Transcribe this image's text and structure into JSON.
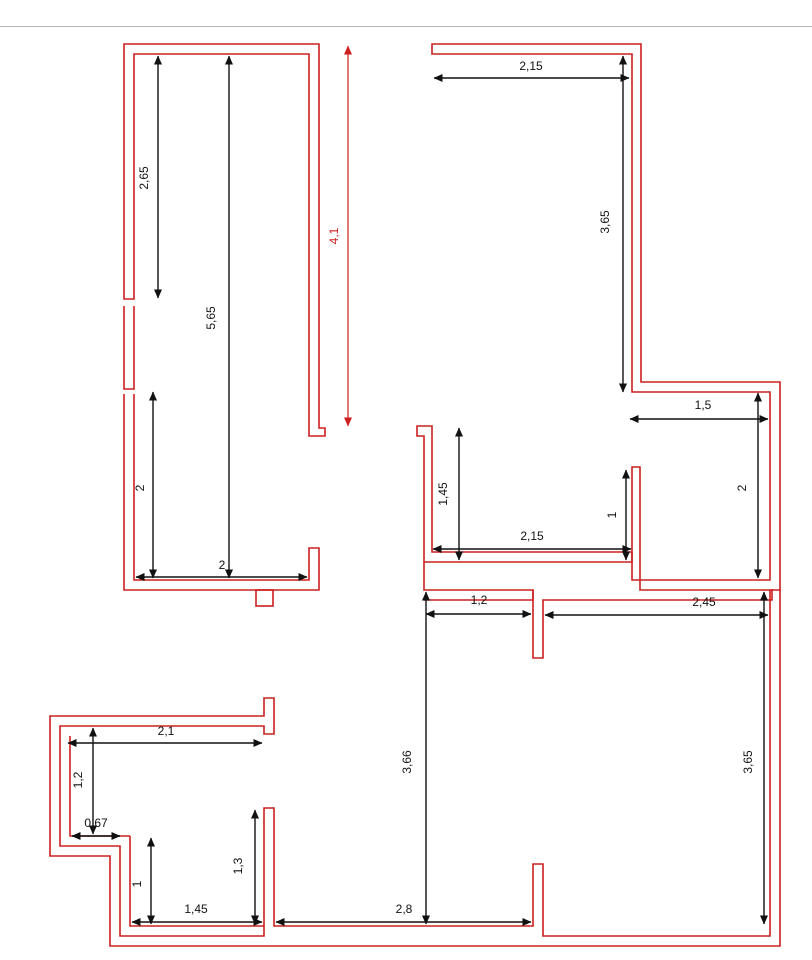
{
  "walls_color": "#cc2020",
  "dimension_color": "#111111",
  "dimensions": {
    "d_2_65": "2,65",
    "d_5_65": "5,65",
    "d_4_1": "4,1",
    "d_2_left": "2",
    "d_2_bottom": "2",
    "d_2_15_top": "2,15",
    "d_3_65_top": "3,65",
    "d_1_5": "1,5",
    "d_2_right": "2",
    "d_1_45_mid": "1,45",
    "d_2_15_mid": "2,15",
    "d_1_mid": "1",
    "d_1_2": "1,2",
    "d_2_45": "2,45",
    "d_3_66": "3,66",
    "d_3_65_right": "3,65",
    "d_2_1": "2,1",
    "d_1_2_left": "1,2",
    "d_0_67": "0,67",
    "d_1_left": "1",
    "d_1_3": "1,3",
    "d_1_45_bottom": "1,45",
    "d_2_8": "2,8"
  }
}
